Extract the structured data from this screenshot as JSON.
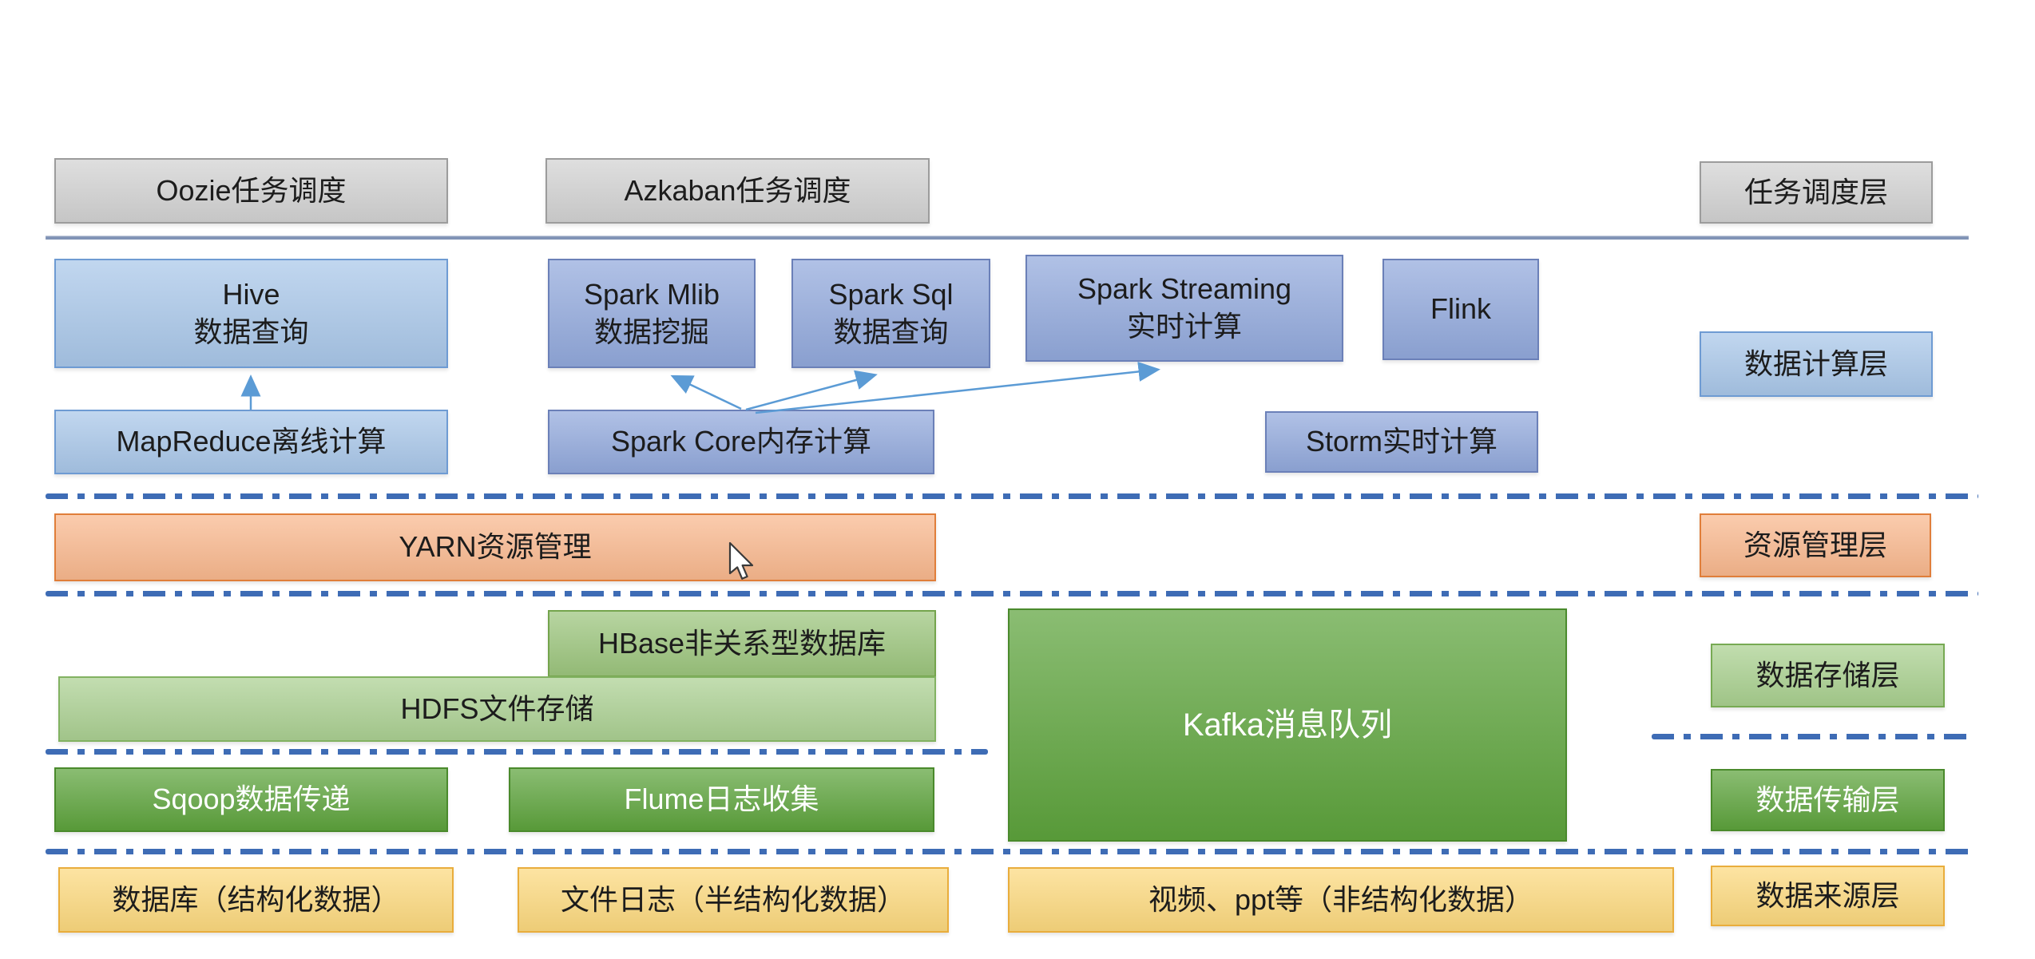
{
  "colors": {
    "gray_fill": "#d2d2d2",
    "gray_border": "#9c9c9c",
    "lightblue_fill": "#a9c7e9",
    "lightblue_border": "#6e9bd3",
    "medblue_fill": "#92a9dc",
    "medblue_border": "#6b80b8",
    "orange_fill": "#f9b88e",
    "orange_border": "#e07e3a",
    "green_hbase_fill": "#9cc57d",
    "green_hbase_border": "#74a44c",
    "green_hdfs_fill": "#abd092",
    "green_hdfs_border": "#82b262",
    "green_dark_fill": "#5da33c",
    "green_dark_border": "#4a8a2c",
    "green_label_fill": "#a9d08f",
    "green_label_border": "#77aa53",
    "yellow_fill": "#fcd97e",
    "yellow_border": "#e9ad3c",
    "separator_solid": "#8093b6",
    "separator_dash": "#3e6cb5",
    "arrow": "#5b9bd5",
    "text_dark": "#1c1c1c",
    "text_white": "#ffffff"
  },
  "scheduling_layer": {
    "oozie": "Oozie任务调度",
    "azkaban": "Azkaban任务调度",
    "label": "任务调度层"
  },
  "compute_layer": {
    "hive": "Hive\n数据查询",
    "spark_mlib": "Spark Mlib\n数据挖掘",
    "spark_sql": "Spark Sql\n数据查询",
    "spark_streaming": "Spark Streaming\n实时计算",
    "flink": "Flink",
    "mapreduce": "MapReduce离线计算",
    "spark_core": "Spark Core内存计算",
    "storm": "Storm实时计算",
    "label": "数据计算层"
  },
  "resource_layer": {
    "yarn": "YARN资源管理",
    "label": "资源管理层"
  },
  "storage_layer": {
    "hbase": "HBase非关系型数据库",
    "hdfs": "HDFS文件存储",
    "kafka": "Kafka消息队列",
    "label": "数据存储层"
  },
  "transport_layer": {
    "sqoop": "Sqoop数据传递",
    "flume": "Flume日志收集",
    "label": "数据传输层"
  },
  "source_layer": {
    "database": "数据库（结构化数据）",
    "file_log": "文件日志（半结构化数据）",
    "media": "视频、ppt等（非结构化数据）",
    "label": "数据来源层"
  }
}
